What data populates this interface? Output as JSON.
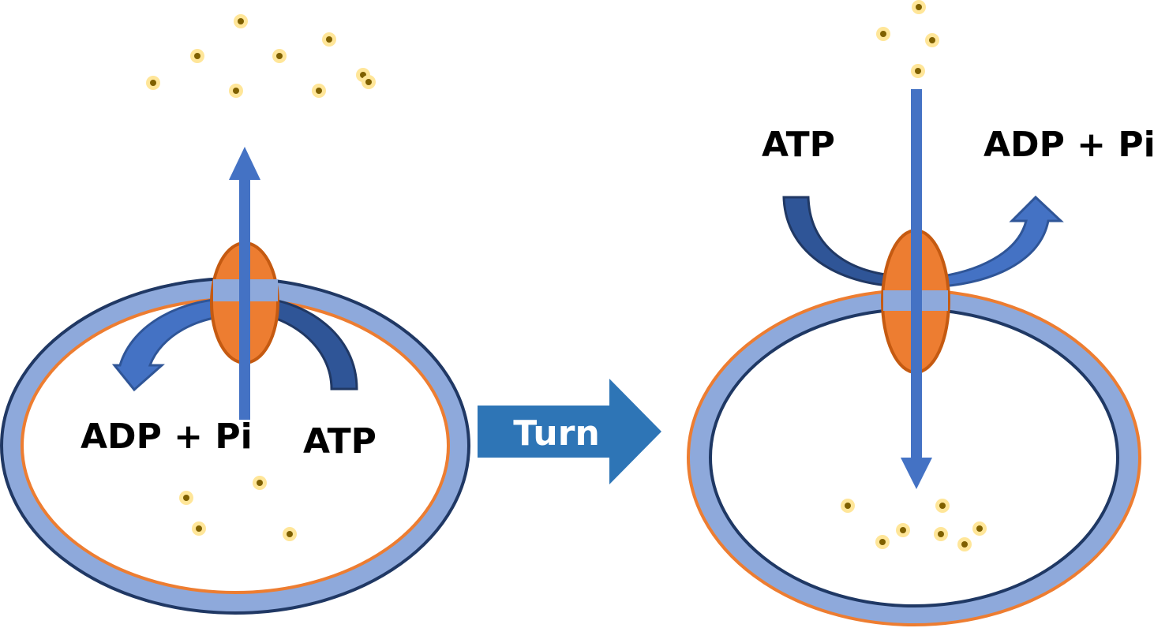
{
  "left_cell": {
    "adp_label": "ADP + Pi",
    "atp_label": "ATP"
  },
  "transition": {
    "label": "Turn"
  },
  "right_cell": {
    "atp_label": "ATP",
    "adp_label": "ADP + Pi"
  },
  "colors": {
    "membrane_fill": "#8EA9DB",
    "membrane_dark_outline": "#203864",
    "membrane_orange": "#ED7D31",
    "pump_fill": "#ED7D31",
    "pump_outline": "#C55A11",
    "arrow_blue": "#4472C4",
    "curved_arrow_dark": "#2F5597",
    "turn_arrow": "#2E75B6",
    "molecule_halo": "#FFE699",
    "molecule_core": "#7F6000"
  }
}
